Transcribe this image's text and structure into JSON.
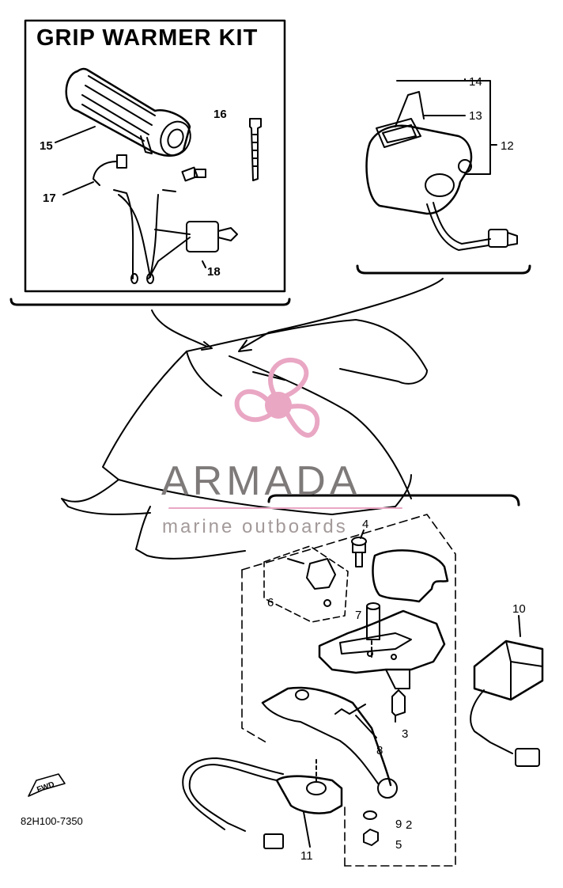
{
  "kit": {
    "title": "GRIP WARMER KIT"
  },
  "drawing": {
    "code": "82H100-7350",
    "fwd_label": "FWD"
  },
  "watermark": {
    "brand": "ARMADA",
    "tagline": "marine outboards",
    "logo_color": "#e9a7c4",
    "text_color": "#7f7a7a"
  },
  "callouts": [
    {
      "ref": "2",
      "value": "2"
    },
    {
      "ref": "3",
      "value": "3"
    },
    {
      "ref": "4",
      "value": "4"
    },
    {
      "ref": "5",
      "value": "5"
    },
    {
      "ref": "6",
      "value": "6"
    },
    {
      "ref": "7",
      "value": "7"
    },
    {
      "ref": "8",
      "value": "8"
    },
    {
      "ref": "9",
      "value": "9"
    },
    {
      "ref": "10",
      "value": "10"
    },
    {
      "ref": "11",
      "value": "11"
    },
    {
      "ref": "12",
      "value": "12"
    },
    {
      "ref": "13",
      "value": "13"
    },
    {
      "ref": "14",
      "value": "14"
    },
    {
      "ref": "15",
      "value": "15"
    },
    {
      "ref": "16",
      "value": "16"
    },
    {
      "ref": "17",
      "value": "17"
    },
    {
      "ref": "18",
      "value": "18"
    }
  ]
}
